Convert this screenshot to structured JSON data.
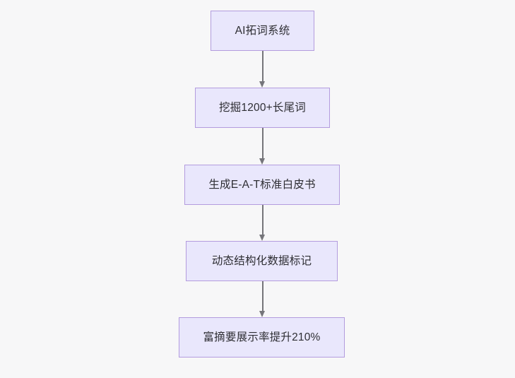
{
  "diagram": {
    "type": "flowchart",
    "direction": "top-to-bottom",
    "background_color": "#f7f7f8",
    "node_fill_color": "#e9e7fc",
    "node_border_color": "#b39cde",
    "node_text_color": "#2e2e33",
    "edge_color": "#75757a",
    "nodes": [
      {
        "id": "n1",
        "label": "AI拓词系统"
      },
      {
        "id": "n2",
        "label": "挖掘1200+长尾词"
      },
      {
        "id": "n3",
        "label": "生成E-A-T标准白皮书"
      },
      {
        "id": "n4",
        "label": "动态结构化数据标记"
      },
      {
        "id": "n5",
        "label": "富摘要展示率提升210%"
      }
    ],
    "edges": [
      {
        "from": "n1",
        "to": "n2",
        "arrow": "arrow-down-icon"
      },
      {
        "from": "n2",
        "to": "n3",
        "arrow": "arrow-down-icon"
      },
      {
        "from": "n3",
        "to": "n4",
        "arrow": "arrow-down-icon"
      },
      {
        "from": "n4",
        "to": "n5",
        "arrow": "arrow-down-icon"
      }
    ]
  }
}
